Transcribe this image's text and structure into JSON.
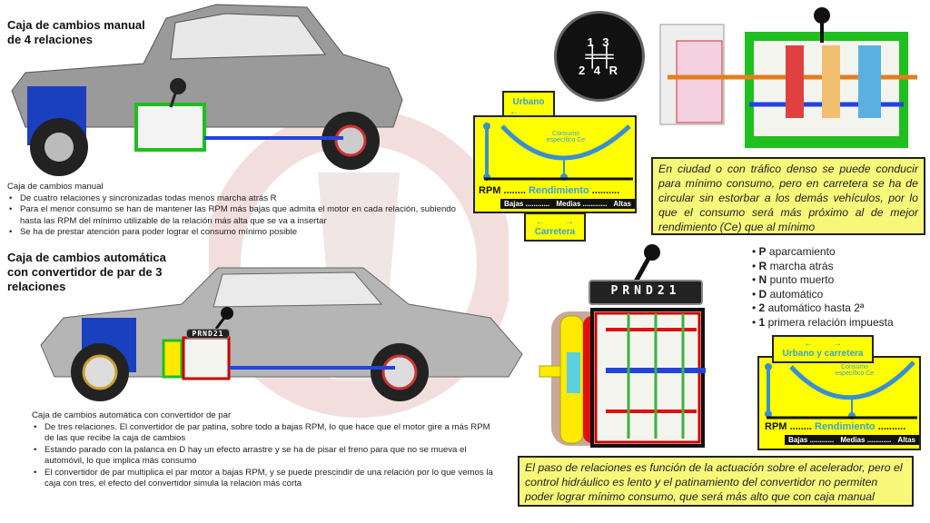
{
  "manual": {
    "title_line1": "Caja de cambios manual",
    "title_line2": "de 4 relaciones",
    "intro": "Caja de cambios manual",
    "bullets": [
      "De cuatro relaciones y sincronizadas todas menos marcha atrás R",
      "Para el menor consumo se han de mantener las RPM más bajas que admita el motor en cada relación, subiendo hasta las RPM del mínimo utilizable de la relación más alta que se va a insertar",
      "Se ha de prestar atención para poder lograr el consumo mínimo posible"
    ],
    "shift_pattern": {
      "top": "1 3",
      "bottom": "2 4 R"
    },
    "note": "En ciudad o con tráfico denso se puede conducir para mínimo consumo, pero en carretera se ha de circular sin estorbar a los demás vehículos, por lo que el consumo será más próximo al de mejor rendimiento (Ce) que al mínimo",
    "chart": {
      "top_label": "Urbano",
      "top_arrow": "←",
      "curve_label": "Consumo específico Ce",
      "rpm": "RPM ........",
      "rendimiento": "Rendimiento",
      "dots": "..........",
      "scale": [
        "Bajas ............",
        "Medias ............",
        "Altas"
      ],
      "bottom_arrows": "←        →",
      "bottom_label": "Carretera"
    }
  },
  "automatic": {
    "title_lines": [
      "Caja de cambios automática",
      "con convertidor de par de 3",
      "relaciones"
    ],
    "intro": "Caja de cambios automática con convertidor de par",
    "bullets": [
      "De tres relaciones. El convertidor de par patina, sobre todo a bajas RPM, lo que hace que el motor gire a más RPM de las que recibe la caja de cambios",
      "Estando parado con la palanca en D hay un efecto arrastre y se ha de pisar el freno para que no se mueva el automóvil, lo que implica más consumo",
      "El convertidor de par multiplica el par motor a bajas RPM, y se puede prescindir de una relación por lo que vemos la caja con tres, el efecto del convertidor simula la relación más corta"
    ],
    "selector": "PRND21",
    "positions": [
      {
        "key": "P",
        "desc": "aparcamiento"
      },
      {
        "key": "R",
        "desc": "marcha atrás"
      },
      {
        "key": "N",
        "desc": "punto muerto"
      },
      {
        "key": "D",
        "desc": "automático"
      },
      {
        "key": "2",
        "desc": "automático hasta 2ª"
      },
      {
        "key": "1",
        "desc": "primera relación impuesta"
      }
    ],
    "chart": {
      "top_arrows": "←        →",
      "top_label": "Urbano y carretera",
      "curve_label": "Consumo específico Ce",
      "rpm": "RPM ........",
      "rendimiento": "Rendimiento",
      "dots": "..........",
      "scale": [
        "Bajas ............",
        "Medias ............",
        "Altas"
      ]
    },
    "note": "El paso de relaciones es función de la actuación sobre el acelerador, pero el control hidráulico es lento y el patinamiento del convertidor no permiten poder lograr mínimo consumo, que será más alto que con caja manual"
  },
  "colors": {
    "chart_bg": "#ffff00",
    "note_bg": "#f7f77a",
    "accent_blue": "#3aa0d8",
    "gearbox_green": "#1fbf1f",
    "converter_red": "#e01010"
  }
}
